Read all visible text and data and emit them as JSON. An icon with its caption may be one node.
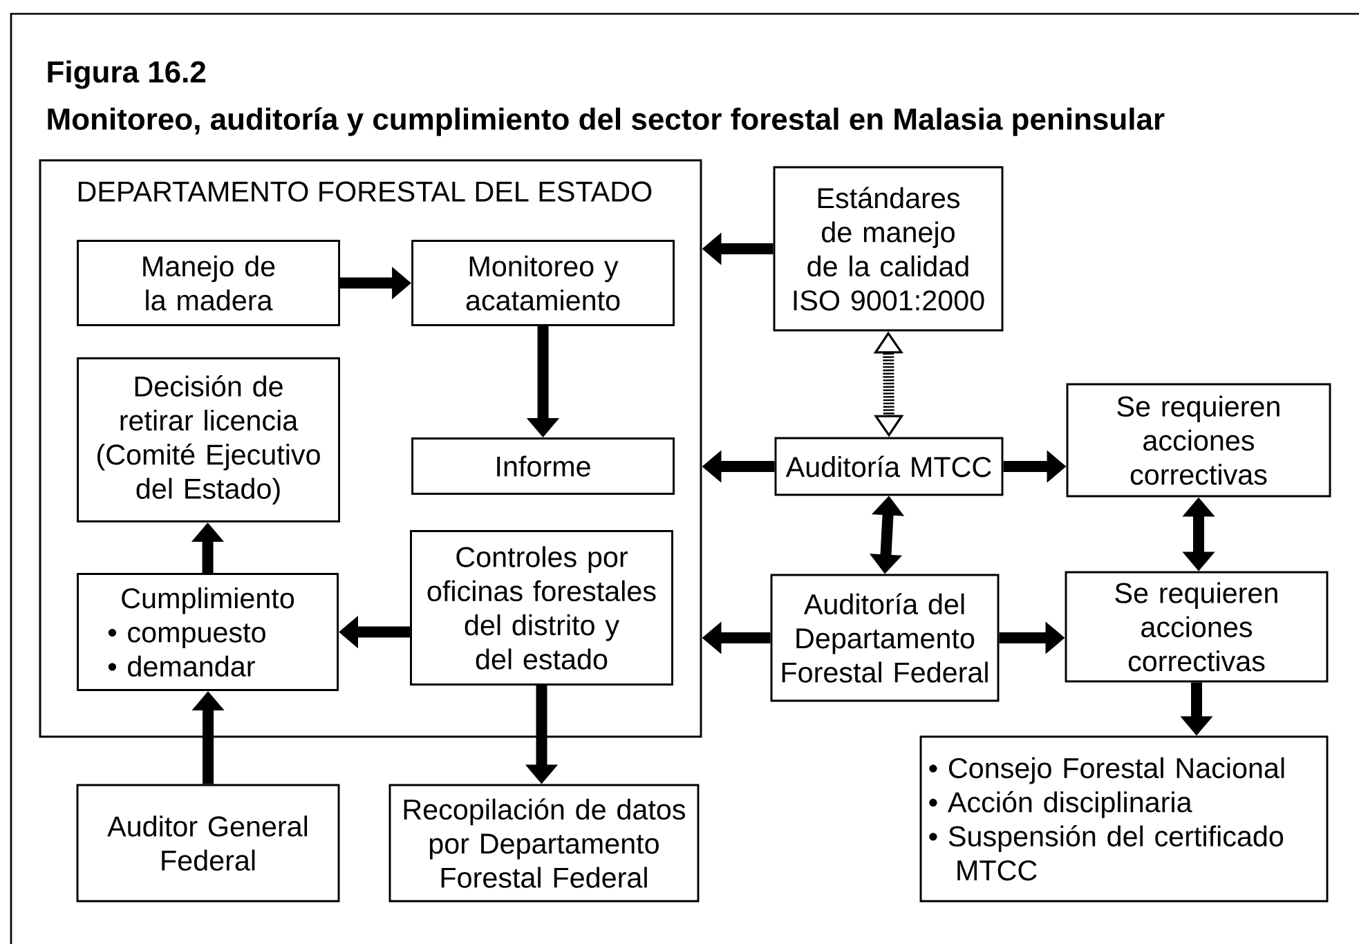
{
  "diagram": {
    "title": "Monitoreo, auditoría y cumplimiento del sector forestal en Malasia peninsular",
    "nodes": [
      {
        "text": [
          "DEPARTAMENTO FORESTAL DEL ESTADO"
        ]
      },
      {
        "text": [
          "Manejo de la madera"
        ],
        "in": 0
      },
      {
        "text": [
          "Monitoreo y acatamiento"
        ],
        "in": 0
      },
      {
        "text": [
          "Decisión de retirar licencia (Comité Ejecutivo del Estado)"
        ],
        "in": 0
      },
      {
        "text": [
          "Informe"
        ],
        "in": 0
      },
      {
        "text": [
          "Cumplimiento",
          "• compuesto",
          "• demandar"
        ],
        "in": 0
      },
      {
        "text": [
          "Controles por oficinas forestales del distrito y del estado"
        ],
        "in": 0
      },
      {
        "text": [
          "Estándares de manejo de la calidad",
          "ISO 9001:2000"
        ]
      },
      {
        "text": [
          "Auditoría MTCC"
        ]
      },
      {
        "text": [
          "Se requieren acciones correctivas"
        ]
      },
      {
        "text": [
          "Auditoría del Departamento Forestal Federal"
        ]
      },
      {
        "text": [
          "Se requieren acciones correctivas"
        ]
      },
      {
        "text": [
          "Auditor General Federal"
        ]
      },
      {
        "text": [
          "Recopilación de datos por Departamento Forestal Federal"
        ]
      },
      {
        "text": [
          "• Consejo Forestal Nacional",
          "• Acción disciplinaria",
          "• Suspensión del certificado MTCC"
        ]
      }
    ],
    "edges": [
      {
        "from": 1,
        "to": 2,
        "arrow": "to"
      },
      {
        "from": 2,
        "to": 4,
        "arrow": "to"
      },
      {
        "from": 5,
        "to": 3,
        "arrow": "to"
      },
      {
        "from": 6,
        "to": 5,
        "arrow": "to"
      },
      {
        "from": 6,
        "to": 13,
        "arrow": "to"
      },
      {
        "from": 12,
        "to": 5,
        "arrow": "to"
      },
      {
        "from": 7,
        "to": 0,
        "arrow": "to"
      },
      {
        "from": 7,
        "to": 8,
        "arrow": "both",
        "style": "dashed"
      },
      {
        "from": 8,
        "to": 0,
        "arrow": "to"
      },
      {
        "from": 8,
        "to": 9,
        "arrow": "to"
      },
      {
        "from": 8,
        "to": 10,
        "arrow": "both"
      },
      {
        "from": 9,
        "to": 11,
        "arrow": "both"
      },
      {
        "from": 10,
        "to": 0,
        "arrow": "to"
      },
      {
        "from": 10,
        "to": 11,
        "arrow": "to"
      },
      {
        "from": 11,
        "to": 14,
        "arrow": "to"
      }
    ],
    "labels": [
      "Figura 16.2"
    ]
  }
}
